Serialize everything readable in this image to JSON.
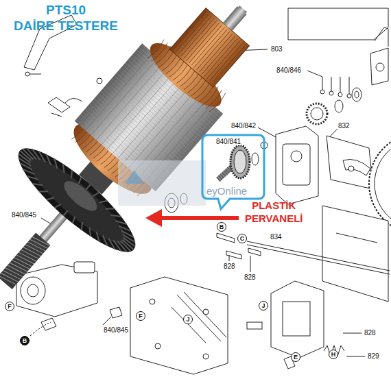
{
  "diagram": {
    "title": "PTS10 DAİRE TESTERE",
    "nodes": [
      {
        "text": [
          "B"
        ]
      },
      {
        "text": [
          "C"
        ]
      },
      {
        "text": [
          "J"
        ]
      },
      {
        "text": [
          "F"
        ]
      },
      {
        "text": [
          "F"
        ]
      },
      {
        "text": [
          "J"
        ]
      },
      {
        "text": [
          "B"
        ]
      },
      {
        "text": [
          "H"
        ]
      },
      {
        "text": [
          "E"
        ]
      }
    ],
    "labels": [
      "803",
      "840/846",
      "840/842",
      "840/841",
      "832",
      "840/845",
      "PLASTİK PERVANELİ",
      "834",
      "828",
      "828",
      "840/845",
      "828",
      "829",
      "eyOnline"
    ]
  }
}
